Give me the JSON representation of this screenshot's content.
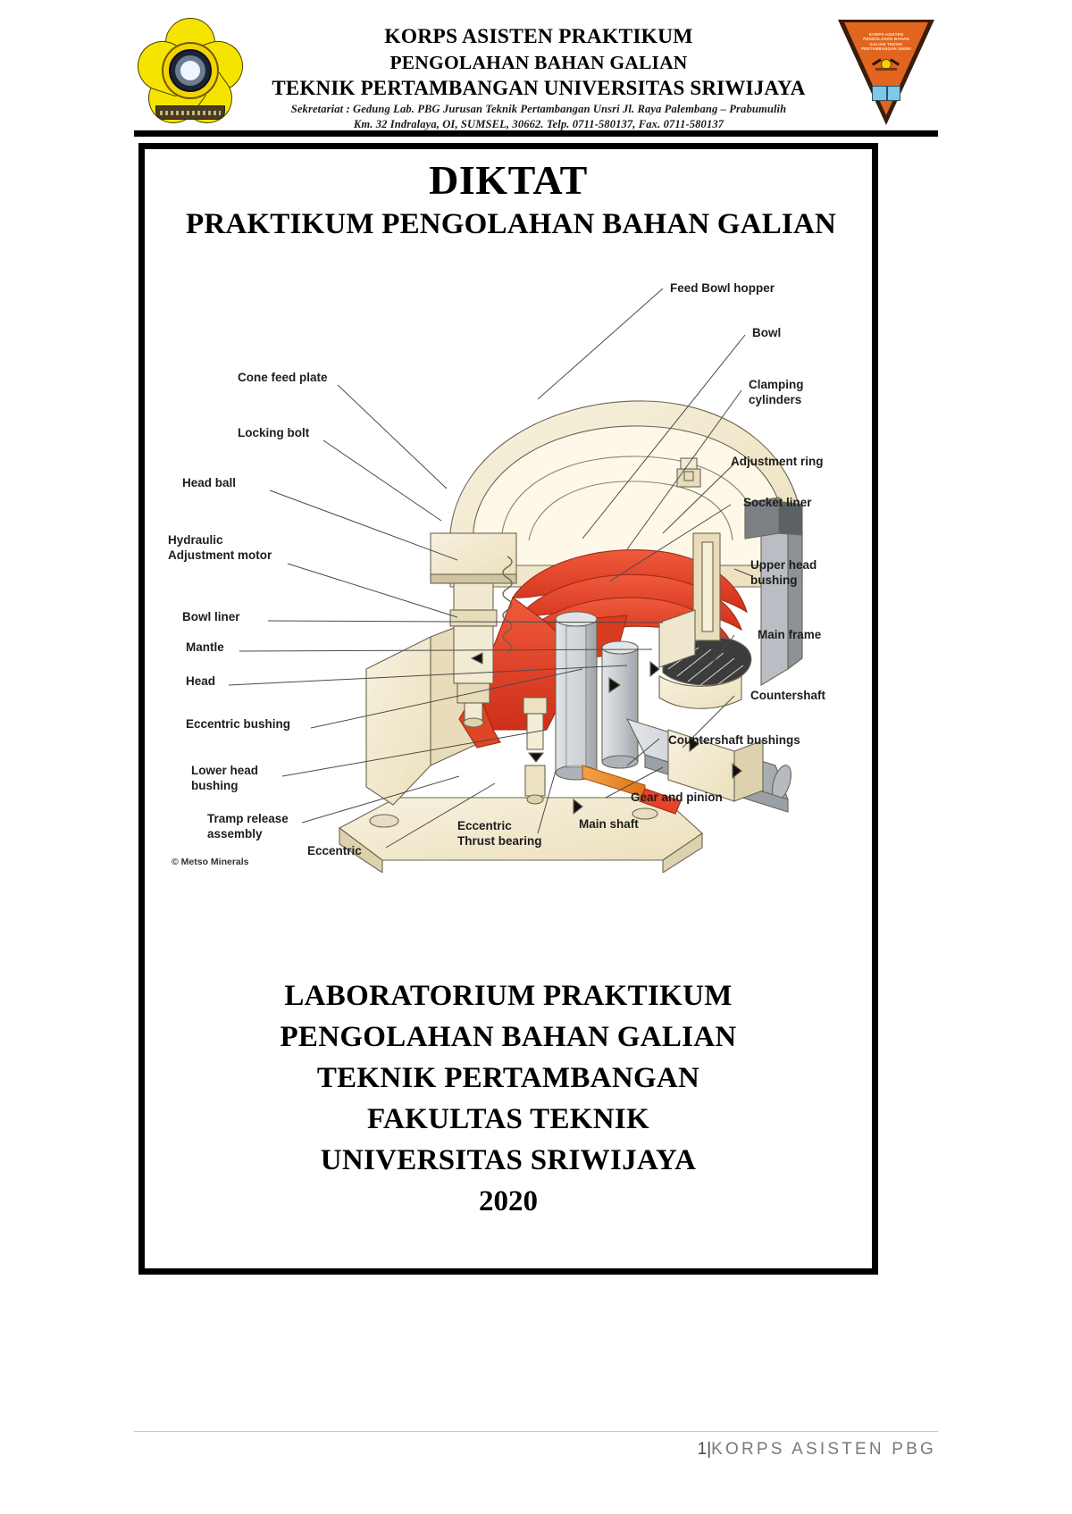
{
  "letterhead": {
    "line1": "KORPS ASISTEN PRAKTIKUM",
    "line2": "PENGOLAHAN BAHAN GALIAN",
    "line3": "TEKNIK PERTAMBANGAN UNIVERSITAS SRIWIJAYA",
    "address_line1": "Sekretariat : Gedung Lab. PBG Jurusan Teknik Pertambangan Unsri Jl. Raya Palembang – Prabumulih",
    "address_line2": "Km. 32 Indralaya, OI, SUMSEL, 30662. Telp. 0711-580137, Fax. 0711-580137",
    "logo_left_name": "universitas-sriwijaya-logo",
    "logo_right_name": "korps-asisten-triangle-logo",
    "logo_right_text": "KORPS ASISTEN\nPENGOLAHAN BAHAN GALIAN\nTEKNIK PERTAMBANGAN UNSRI"
  },
  "cover": {
    "title": "DIKTAT",
    "subtitle": "PRAKTIKUM PENGOLAHAN BAHAN GALIAN",
    "bottom_lines": [
      "LABORATORIUM PRAKTIKUM",
      "PENGOLAHAN BAHAN GALIAN",
      "TEKNIK PERTAMBANGAN",
      "FAKULTAS TEKNIK",
      "UNIVERSITAS SRIWIJAYA"
    ],
    "year": "2020"
  },
  "figure": {
    "credit": "© Metso Minerals",
    "labels_left": [
      {
        "id": "cone-feed-plate",
        "text": "Cone feed plate"
      },
      {
        "id": "locking-bolt",
        "text": "Locking bolt"
      },
      {
        "id": "head-ball",
        "text": "Head ball"
      },
      {
        "id": "hydraulic-adjustment-motor",
        "text": "Hydraulic\nAdjustment motor"
      },
      {
        "id": "bowl-liner",
        "text": "Bowl liner"
      },
      {
        "id": "mantle",
        "text": "Mantle"
      },
      {
        "id": "head",
        "text": "Head"
      },
      {
        "id": "eccentric-bushing",
        "text": "Eccentric bushing"
      },
      {
        "id": "lower-head-bushing",
        "text": "Lower head\nbushing"
      },
      {
        "id": "tramp-release-assembly",
        "text": "Tramp release\nassembly"
      },
      {
        "id": "eccentric",
        "text": "Eccentric"
      }
    ],
    "labels_right": [
      {
        "id": "feed-bowl-hopper",
        "text": "Feed Bowl hopper"
      },
      {
        "id": "bowl",
        "text": "Bowl"
      },
      {
        "id": "clamping-cylinders",
        "text": "Clamping\ncylinders"
      },
      {
        "id": "adjustment-ring",
        "text": "Adjustment ring"
      },
      {
        "id": "socket-liner",
        "text": "Socket liner"
      },
      {
        "id": "upper-head-bushing",
        "text": "Upper head\nbushing"
      },
      {
        "id": "main-frame",
        "text": "Main frame"
      },
      {
        "id": "countershaft",
        "text": "Countershaft"
      },
      {
        "id": "countershaft-bushings",
        "text": "Countershaft bushings"
      },
      {
        "id": "gear-and-pinion",
        "text": "Gear and pinion"
      }
    ],
    "labels_bottom": [
      {
        "id": "eccentric-thrust-bearing",
        "text": "Eccentric\nThrust bearing"
      },
      {
        "id": "main-shaft",
        "text": "Main shaft"
      }
    ],
    "colors": {
      "body_cream": "#f2ead0",
      "liner_red": "#e8432a",
      "steel_gray": "#c9cdd1",
      "outline": "#6b6552",
      "accent_orange": "#e8822a"
    }
  },
  "footer": {
    "page_number": "1",
    "separator": "|",
    "label": "KORPS ASISTEN PBG"
  }
}
